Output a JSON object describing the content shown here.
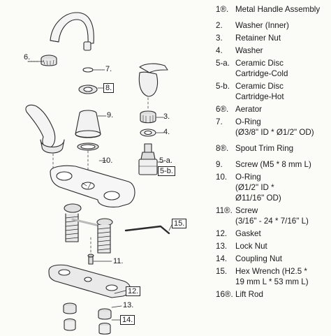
{
  "callouts": {
    "c6": "6.",
    "c7": "7.",
    "c8": "8.",
    "c9": "9.",
    "c10": "10.",
    "c3": "3.",
    "c4": "4.",
    "c5a": "5-a.",
    "c5b": "5-b.",
    "c15": "15.",
    "c11": "11.",
    "c12": "12.",
    "c13": "13.",
    "c14": "14."
  },
  "parts": [
    {
      "num": "1®.",
      "name": "Metal Handle Assembly"
    },
    {
      "num": "2.",
      "name": "Washer (Inner)"
    },
    {
      "num": "3.",
      "name": "Retainer Nut"
    },
    {
      "num": "4.",
      "name": "Washer"
    },
    {
      "num": "5-a.",
      "name": "Ceramic Disc\nCartridge-Cold"
    },
    {
      "num": "5-b.",
      "name": "Ceramic Disc\nCartridge-Hot"
    },
    {
      "num": "6®.",
      "name": "Aerator"
    },
    {
      "num": "7.",
      "name": "O-Ring\n(Ø3/8\" ID * Ø1/2\" OD)"
    },
    {
      "num": "8®.",
      "name": "Spout Trim Ring"
    },
    {
      "num": "9.",
      "name": "Screw (M5 * 8 mm L)"
    },
    {
      "num": "10.",
      "name": "O-Ring\n(Ø1/2\" ID *\nØ11/16\" OD)"
    },
    {
      "num": "11®.",
      "name": "Screw\n(3/16\" - 24 * 7/16\" L)"
    },
    {
      "num": "12.",
      "name": "Gasket"
    },
    {
      "num": "13.",
      "name": "Lock Nut"
    },
    {
      "num": "14.",
      "name": "Coupling Nut"
    },
    {
      "num": "15.",
      "name": "Hex Wrench (H2.5 *\n19 mm L * 53 mm L)"
    },
    {
      "num": "16®.",
      "name": "Lift Rod"
    }
  ]
}
